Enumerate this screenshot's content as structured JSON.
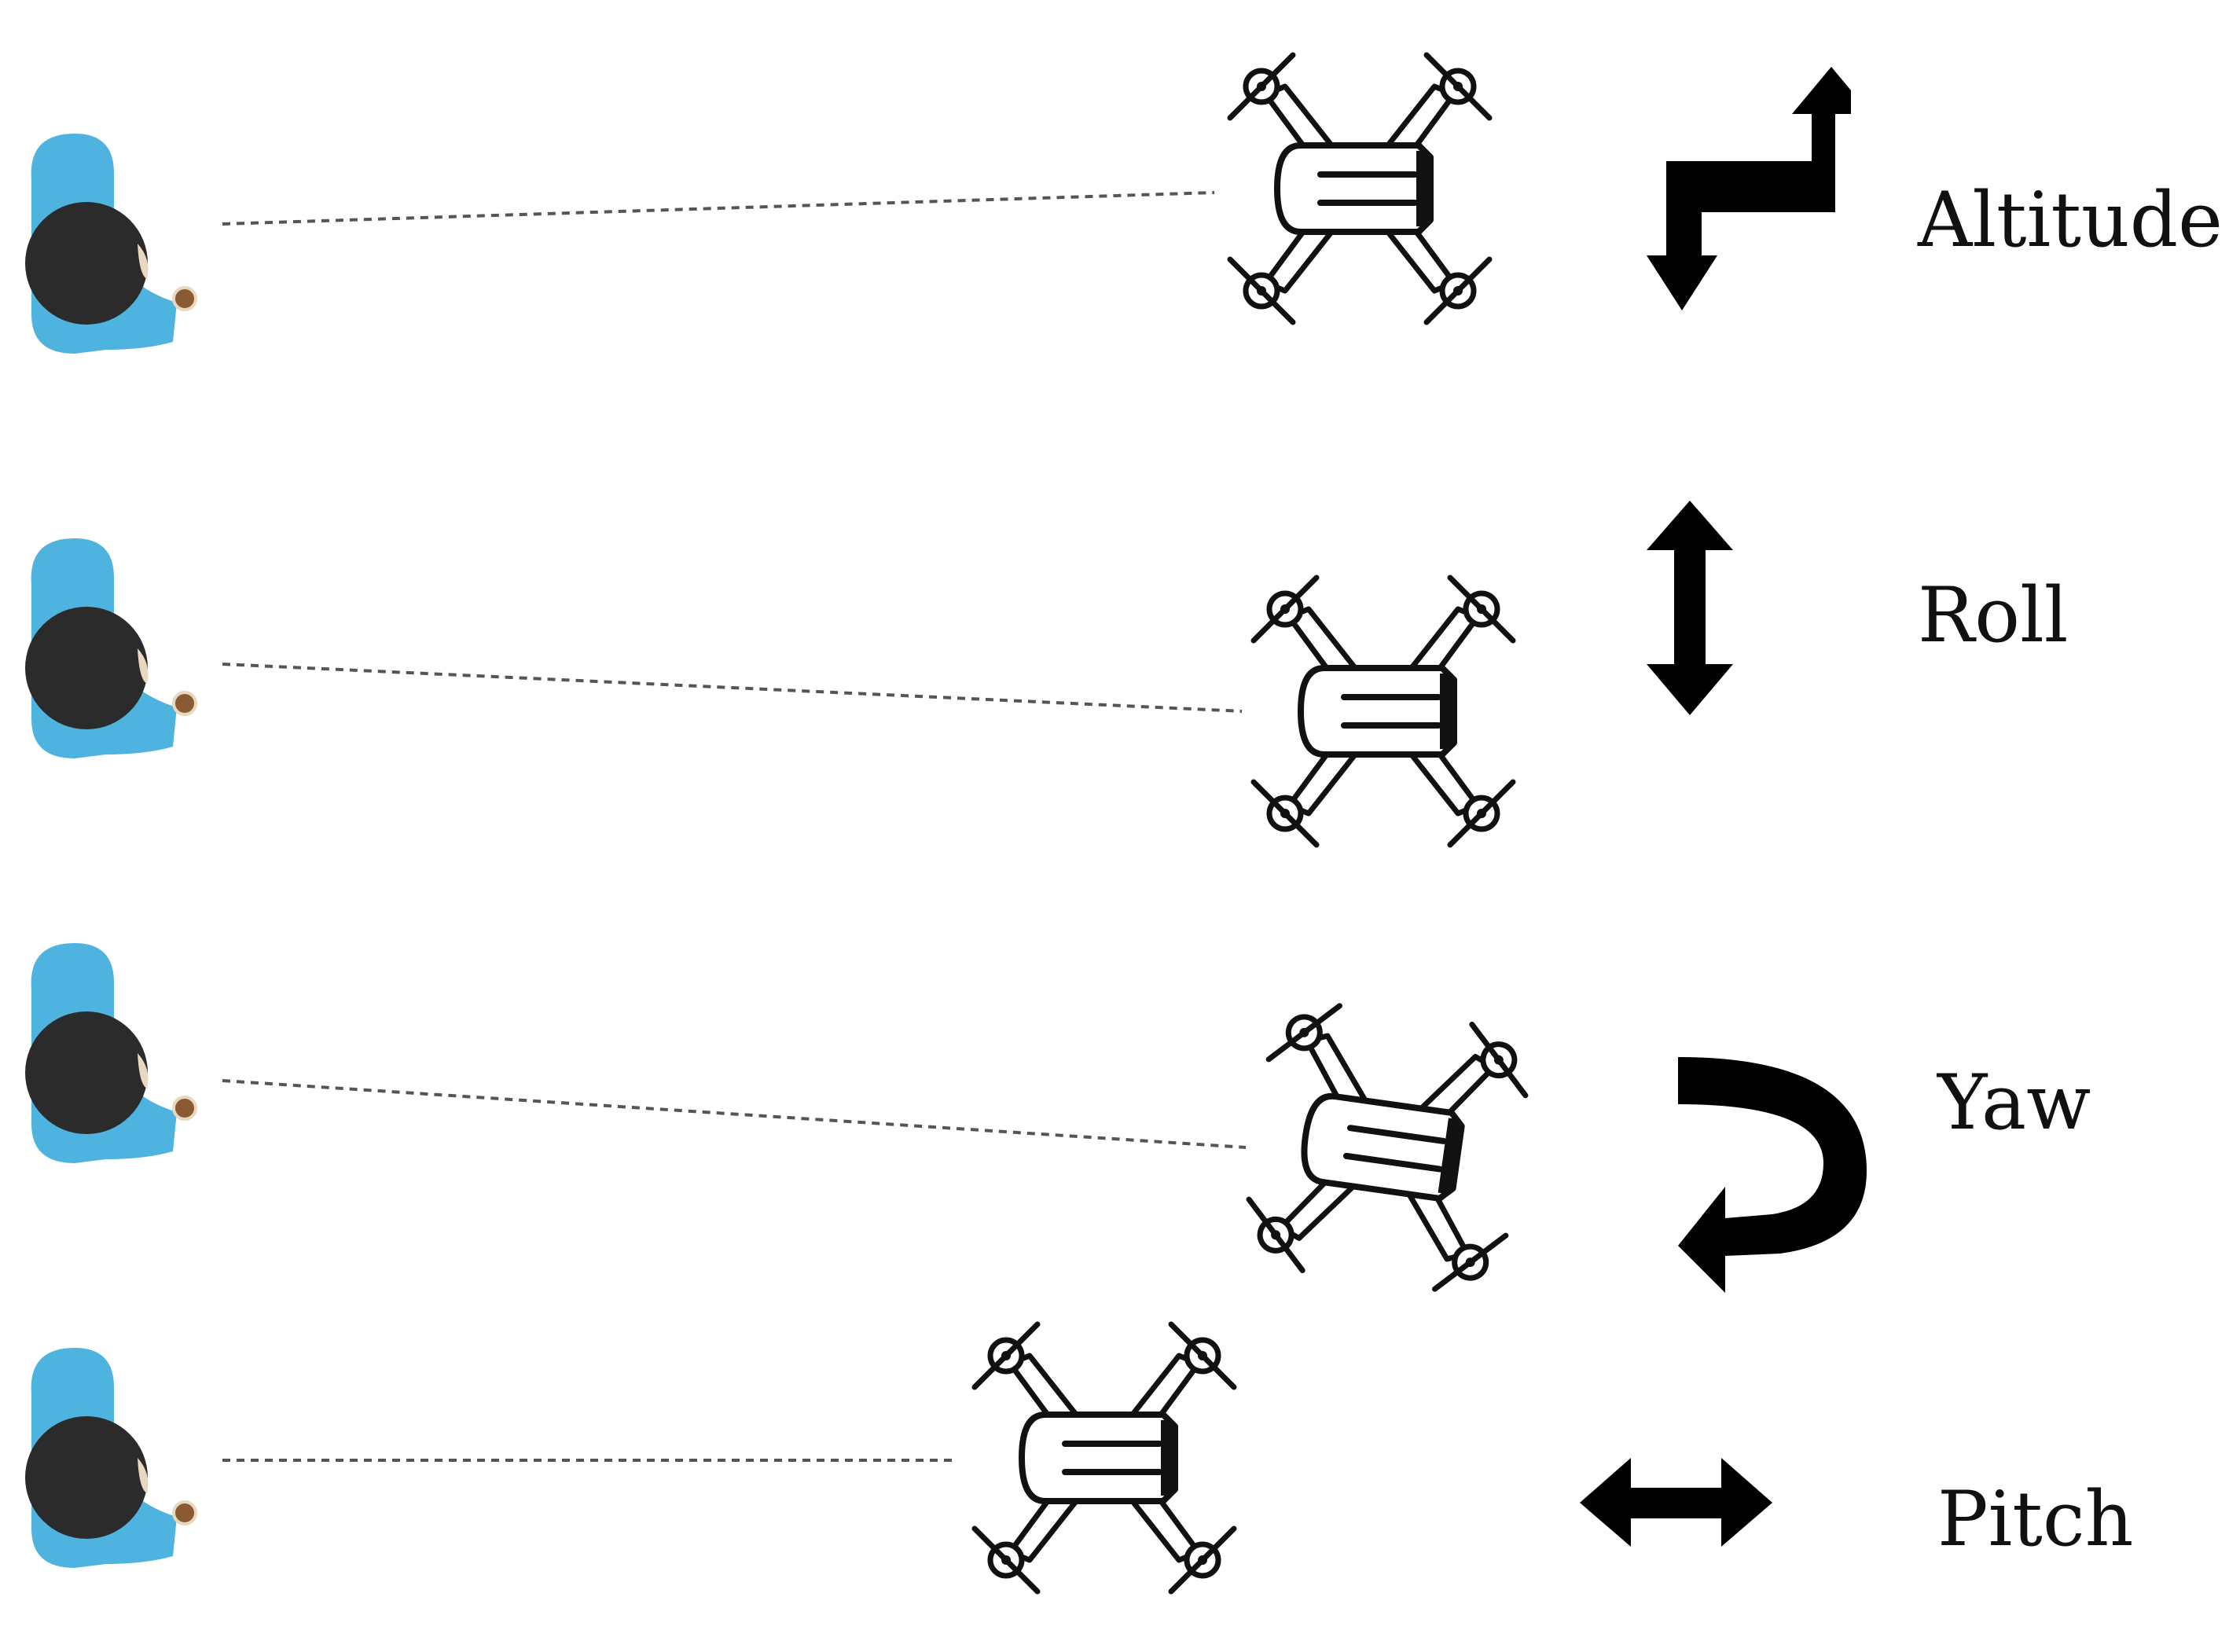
{
  "rows": [
    {
      "id": "altitude",
      "label": "Altitude",
      "motion_icon": "step-up-down-arrow-icon"
    },
    {
      "id": "roll",
      "label": "Roll",
      "motion_icon": "vertical-double-arrow-icon"
    },
    {
      "id": "yaw",
      "label": "Yaw",
      "motion_icon": "curved-rotation-arrow-icon"
    },
    {
      "id": "pitch",
      "label": "Pitch",
      "motion_icon": "horizontal-double-arrow-icon"
    }
  ],
  "colors": {
    "person_body": "#4fb3df",
    "person_head": "#2b2b2b",
    "person_hand": "#8a5a32",
    "drone": "#111111",
    "sight_line": "#555555",
    "arrow": "#000000",
    "background": "#ffffff"
  }
}
